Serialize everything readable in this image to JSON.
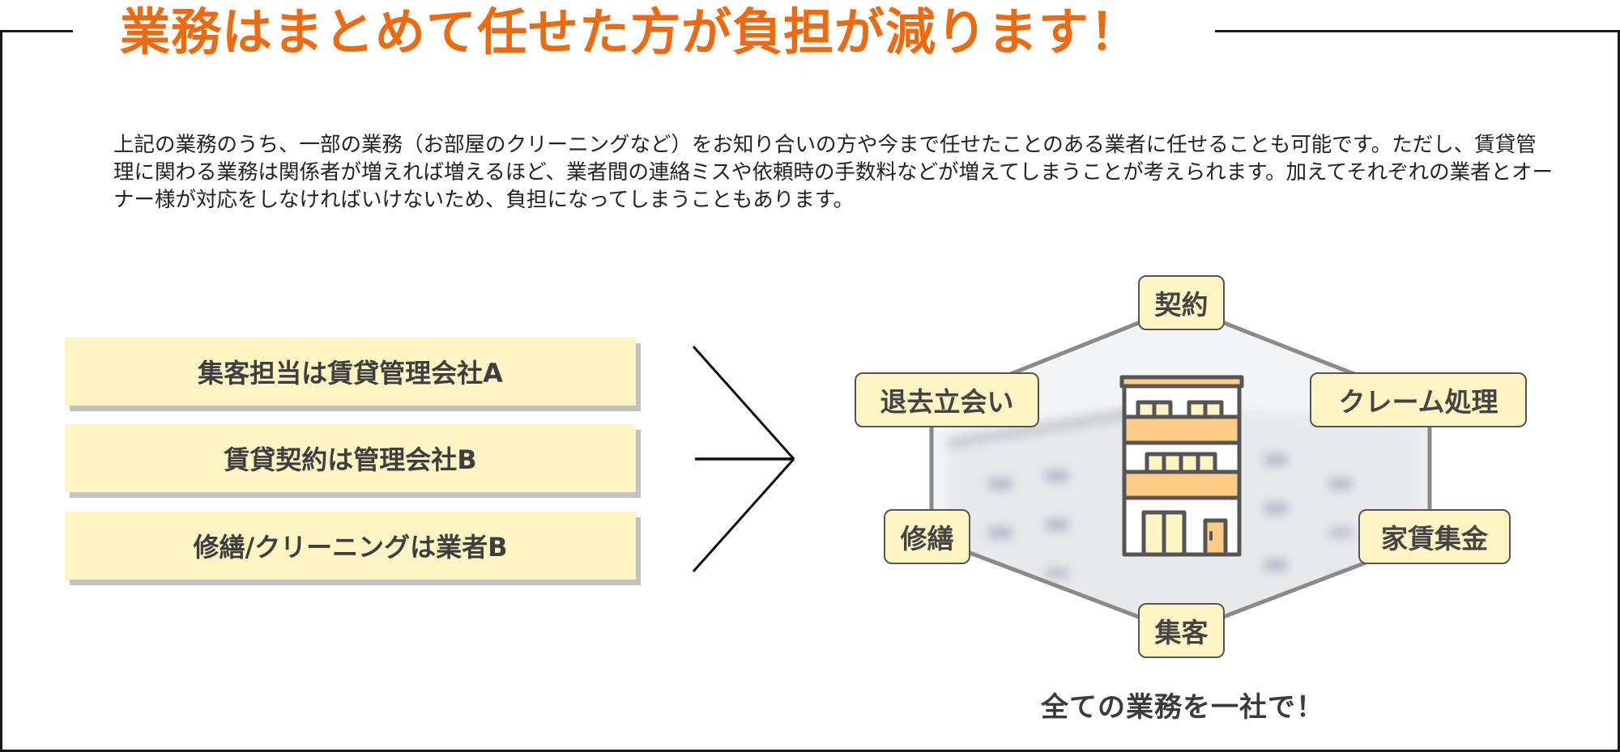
{
  "title": "業務はまとめて任せた方が負担が減ります！",
  "paragraph": "上記の業務のうち、一部の業務（お部屋のクリーニングなど）をお知り合いの方や今まで任せたことのある業者に任せることも可能です。ただし、賃貸管理に関わる業務は関係者が増えれば増えるほど、業者間の連絡ミスや依頼時の手数料などが増えてしまうことが考えられます。加えてそれぞれの業者とオーナー様が対応をしなければいけないため、負担になってしまうこともあります。",
  "split_tasks": [
    {
      "label": "集客担当は賃貸管理会社A"
    },
    {
      "label": "賃貸契約は管理会社B"
    },
    {
      "label": "修繕/クリーニングは業者B"
    }
  ],
  "hub_nodes": {
    "top": "契約",
    "upper_left": "退去立会い",
    "upper_right": "クレーム処理",
    "lower_left": "修繕",
    "lower_right": "家賃集金",
    "bottom": "集客"
  },
  "caption": "全ての業務を一社で！",
  "icons": {
    "arrow": "merge-arrow-icon",
    "building": "building-icon"
  },
  "colors": {
    "title": "#ee6a10",
    "box_fill": "#fff5c4",
    "building_accent": "#ffcc88",
    "outline": "#555555"
  }
}
